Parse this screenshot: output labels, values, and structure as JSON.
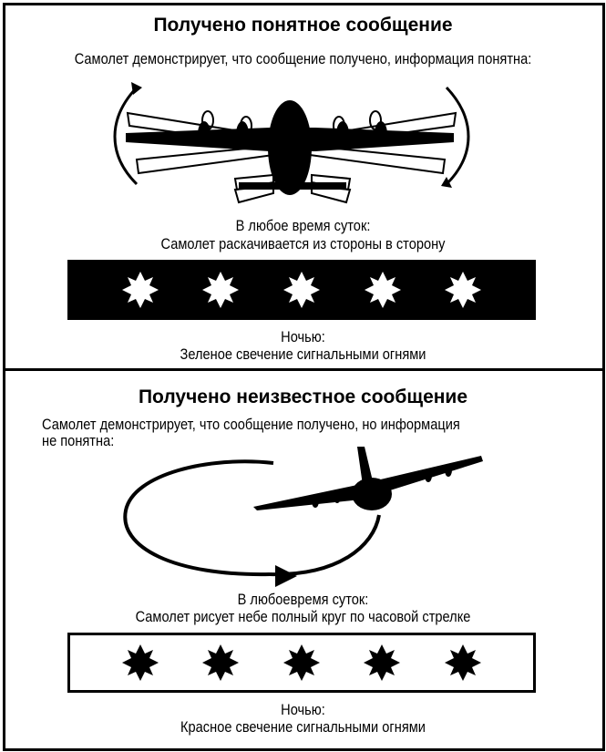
{
  "section_ok": {
    "title": "Получено понятное сообщение",
    "intro": "Самолет демонстрирует, что сообщение получено, информация понятна:",
    "day_label": "В любое время суток:",
    "day_action": "Самолет раскачивается из стороны в сторону",
    "night_label": "Ночью:",
    "night_action": "Зеленое свечение сигнальными огнями",
    "lights": [
      "green-light",
      "green-light",
      "green-light",
      "green-light",
      "green-light"
    ]
  },
  "section_unknown": {
    "title": "Получено неизвестное сообщение",
    "intro_line1": "Самолет демонстрирует, что сообщение получено, но информация",
    "intro_line2": "не понятна:",
    "day_label": "В любоевремя суток:",
    "day_action": "Самолет рисует  небе полный круг по часовой стрелке",
    "night_label": "Ночью:",
    "night_action": "Красное свечение сигнальными огнями",
    "lights": [
      "red-light",
      "red-light",
      "red-light",
      "red-light",
      "red-light"
    ]
  }
}
